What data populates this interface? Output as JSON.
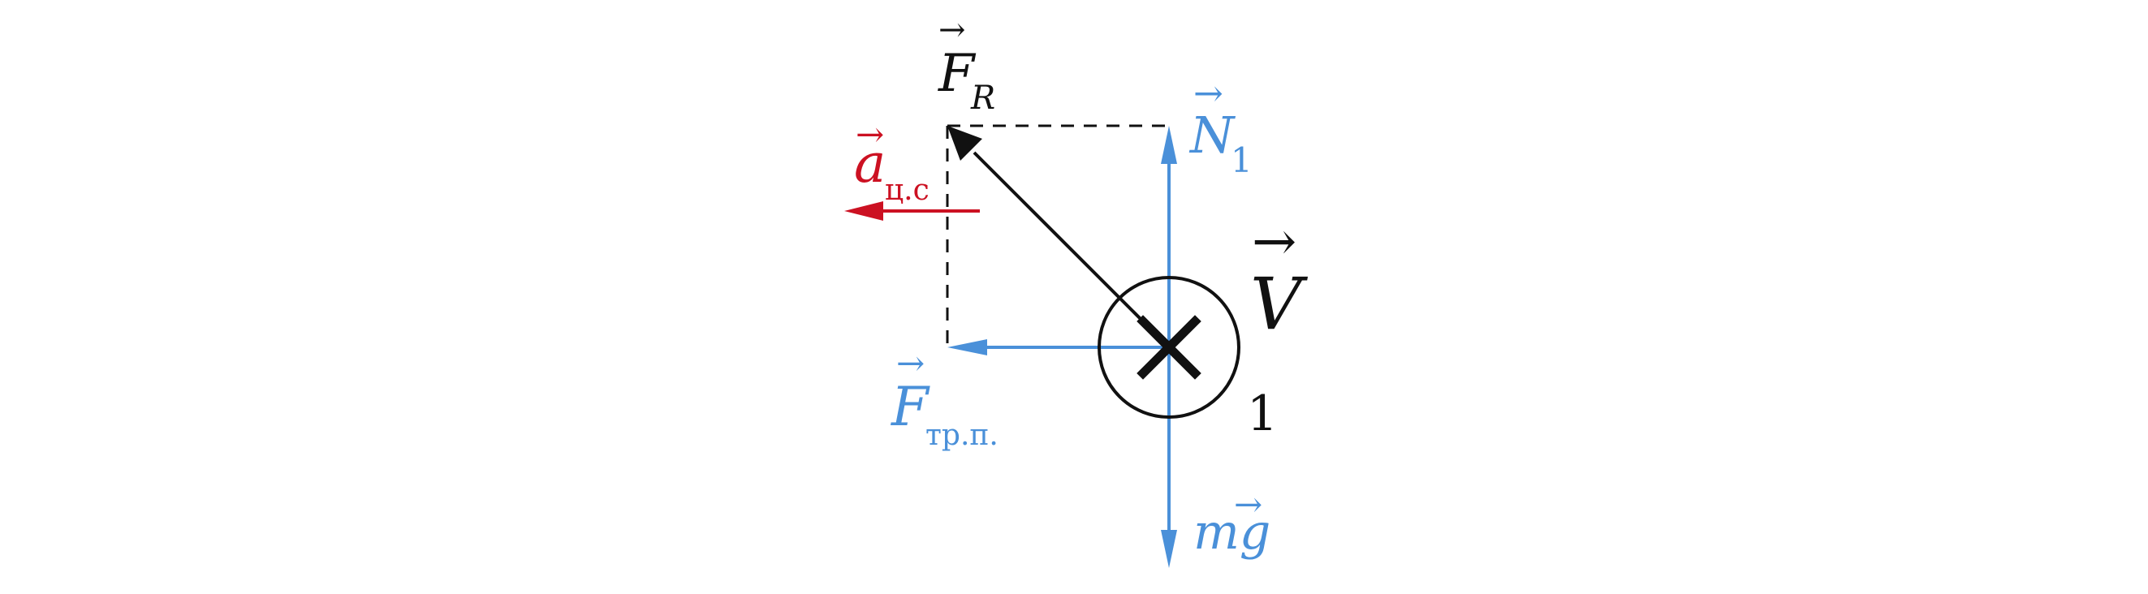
{
  "colors": {
    "black": "#111111",
    "blue": "#4a90d9",
    "red": "#cc1122"
  },
  "labels": {
    "resultant": {
      "letter": "F",
      "subscript": "R"
    },
    "normal": {
      "letter": "N",
      "subscript": "1"
    },
    "acceleration": {
      "letter": "a",
      "subscript": "ц.с"
    },
    "friction": {
      "letter": "F",
      "subscript": "тр.п."
    },
    "gravity": {
      "letter": "mg"
    },
    "velocity": {
      "letter": "V"
    },
    "point": "1",
    "arrow_glyph": "→"
  },
  "icons": {
    "velocity_direction": "into-page-cross-icon"
  }
}
